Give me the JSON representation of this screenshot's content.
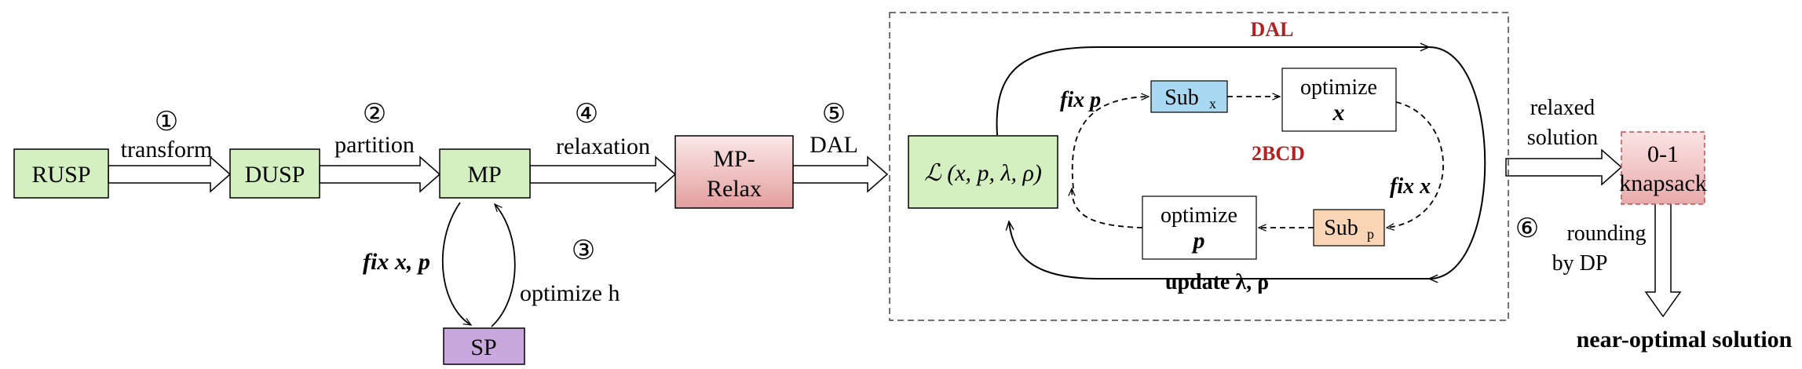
{
  "nodes": {
    "rusp": "RUSP",
    "dusp": "DUSP",
    "mp": "MP",
    "sp": "SP",
    "mp_relax_line1": "MP-",
    "mp_relax_line2": "Relax",
    "lagrangian": "ℒ (x, p, λ, ρ)",
    "sub_x": "Sub",
    "sub_x_sub": "x",
    "opt_x_line1": "optimize",
    "opt_x_line2": "x",
    "sub_p": "Sub",
    "sub_p_sub": "p",
    "opt_p_line1": "optimize",
    "opt_p_line2": "p",
    "knapsack_line1": "0-1",
    "knapsack_line2": "knapsack"
  },
  "steps": {
    "s1_num": "①",
    "s1_label": "transform",
    "s2_num": "②",
    "s2_label": "partition",
    "s3_num": "③",
    "s4_num": "④",
    "s4_label": "relaxation",
    "s5_num": "⑤",
    "s5_label": "DAL",
    "s6_num": "⑥"
  },
  "edge_labels": {
    "fix_xp": "fix x, p",
    "optimize_h": "optimize h",
    "fix_p": "fix p",
    "fix_x": "fix x",
    "update": "update λ, ρ",
    "relaxed_line1": "relaxed",
    "relaxed_line2": "solution",
    "rounding_line1": "rounding",
    "rounding_line2": "by DP",
    "final": "near-optimal solution"
  },
  "region_labels": {
    "dal": "DAL",
    "bcd": "2BCD"
  },
  "colors": {
    "green": "#d4efc0",
    "purple": "#c9a9dd",
    "pink_top": "#fbe3e3",
    "pink_bottom": "#e8aaaa",
    "blue": "#a9d9f2",
    "peach": "#f9d5b5",
    "red_label": "#b22222"
  }
}
